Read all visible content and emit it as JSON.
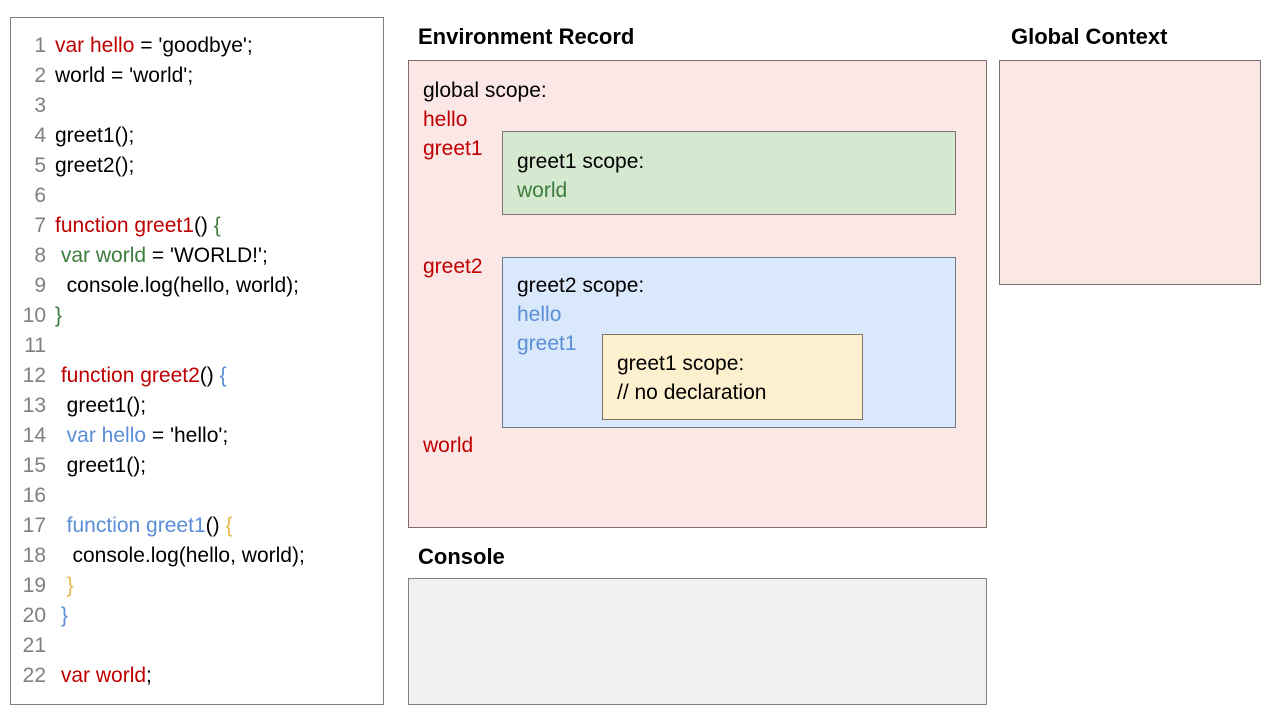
{
  "code_panel": {
    "name": "javascript-source-code",
    "lines": [
      {
        "n": "1",
        "tokens": [
          {
            "t": "var hello",
            "c": "red"
          },
          {
            "t": " = 'goodbye';",
            "c": "black"
          }
        ]
      },
      {
        "n": "2",
        "tokens": [
          {
            "t": "world = 'world';",
            "c": "black"
          }
        ]
      },
      {
        "n": "3",
        "tokens": [
          {
            "t": "",
            "c": "black"
          }
        ]
      },
      {
        "n": "4",
        "tokens": [
          {
            "t": "greet1();",
            "c": "black"
          }
        ]
      },
      {
        "n": "5",
        "tokens": [
          {
            "t": "greet2();",
            "c": "black"
          }
        ]
      },
      {
        "n": "6",
        "tokens": [
          {
            "t": "",
            "c": "black"
          }
        ]
      },
      {
        "n": "7",
        "tokens": [
          {
            "t": "function greet1",
            "c": "red"
          },
          {
            "t": "() ",
            "c": "black"
          },
          {
            "t": "{",
            "c": "green"
          }
        ]
      },
      {
        "n": "8",
        "tokens": [
          {
            "t": " ",
            "c": "black"
          },
          {
            "t": "var world",
            "c": "green"
          },
          {
            "t": " = 'WORLD!';",
            "c": "black"
          }
        ]
      },
      {
        "n": "9",
        "tokens": [
          {
            "t": "  console.log(hello, world);",
            "c": "black"
          }
        ]
      },
      {
        "n": "10",
        "tokens": [
          {
            "t": "}",
            "c": "green"
          }
        ]
      },
      {
        "n": "11",
        "tokens": [
          {
            "t": "",
            "c": "black"
          }
        ]
      },
      {
        "n": "12",
        "tokens": [
          {
            "t": " ",
            "c": "black"
          },
          {
            "t": "function greet2",
            "c": "red"
          },
          {
            "t": "() ",
            "c": "black"
          },
          {
            "t": "{",
            "c": "blue"
          }
        ]
      },
      {
        "n": "13",
        "tokens": [
          {
            "t": "  greet1();",
            "c": "black"
          }
        ]
      },
      {
        "n": "14",
        "tokens": [
          {
            "t": "  ",
            "c": "black"
          },
          {
            "t": "var hello",
            "c": "blue"
          },
          {
            "t": " = 'hello';",
            "c": "black"
          }
        ]
      },
      {
        "n": "15",
        "tokens": [
          {
            "t": "  greet1();",
            "c": "black"
          }
        ]
      },
      {
        "n": "16",
        "tokens": [
          {
            "t": "",
            "c": "black"
          }
        ]
      },
      {
        "n": "17",
        "tokens": [
          {
            "t": "  ",
            "c": "black"
          },
          {
            "t": "function greet1",
            "c": "blue"
          },
          {
            "t": "() ",
            "c": "black"
          },
          {
            "t": "{",
            "c": "yellow"
          }
        ]
      },
      {
        "n": "18",
        "tokens": [
          {
            "t": "   console.log(hello, world);",
            "c": "black"
          }
        ]
      },
      {
        "n": "19",
        "tokens": [
          {
            "t": "  ",
            "c": "black"
          },
          {
            "t": "}",
            "c": "yellow"
          }
        ]
      },
      {
        "n": "20",
        "tokens": [
          {
            "t": " ",
            "c": "black"
          },
          {
            "t": "}",
            "c": "blue"
          }
        ]
      },
      {
        "n": "21",
        "tokens": [
          {
            "t": "",
            "c": "black"
          }
        ]
      },
      {
        "n": "22",
        "tokens": [
          {
            "t": " ",
            "c": "black"
          },
          {
            "t": "var world",
            "c": "red"
          },
          {
            "t": ";",
            "c": "black"
          }
        ]
      }
    ]
  },
  "environment_record": {
    "title": "Environment Record",
    "global_scope": {
      "heading": "global scope:",
      "bindings": [
        "hello",
        "greet1",
        "greet2",
        "world"
      ]
    },
    "greet1_scope": {
      "heading": "greet1 scope:",
      "bindings": [
        "world"
      ]
    },
    "greet2_scope": {
      "heading": "greet2 scope:",
      "bindings": [
        "hello",
        "greet1"
      ]
    },
    "greet1_inner_scope": {
      "heading": "greet1 scope:",
      "note": "// no declaration"
    }
  },
  "global_context": {
    "title": "Global Context",
    "contents": ""
  },
  "console": {
    "title": "Console",
    "contents": ""
  },
  "colors": {
    "red": "#c00000",
    "green": "#3c7d3c",
    "blue": "#5b8ed6",
    "yellow": "#e8b84b",
    "black": "#000000",
    "line_number_gray": "#808080",
    "pink_fill": "#fce7e7",
    "green_fill": "#d5e8d0",
    "blue_fill": "#dae8fc",
    "yellow_fill": "#fcf0ce",
    "console_fill": "#f1f1f1"
  }
}
